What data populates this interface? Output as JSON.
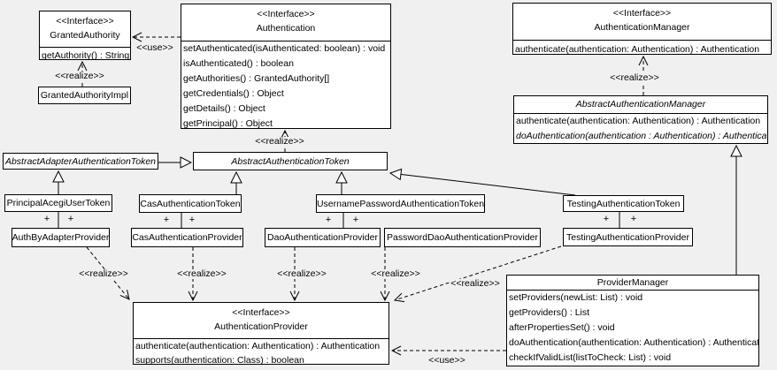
{
  "colors": {
    "background": "#f0f0f0",
    "box_fill": "#ffffff",
    "line": "#000000"
  },
  "edge_labels": {
    "use": "<<use>>",
    "realize": "<<realize>>",
    "plus": "+"
  },
  "classes": {
    "granted_authority": {
      "stereotype": "<<Interface>>",
      "name": "GrantedAuthority",
      "methods": [
        "getAuthority() : String"
      ]
    },
    "granted_authority_impl": {
      "name": "GrantedAuthorityImpl"
    },
    "authentication": {
      "stereotype": "<<Interface>>",
      "name": "Authentication",
      "methods": [
        "setAuthenticated(isAuthenticated: boolean) : void",
        "isAuthenticated() : boolean",
        "getAuthorities() : GrantedAuthority[]",
        "getCredentials() : Object",
        "getDetails() : Object",
        "getPrincipal() : Object"
      ]
    },
    "authentication_manager": {
      "stereotype": "<<Interface>>",
      "name": "AuthenticationManager",
      "methods": [
        "authenticate(authentication: Authentication) : Authentication"
      ]
    },
    "abstract_authentication_manager": {
      "name": "AbstractAuthenticationManager",
      "methods": [
        "authenticate(authentication: Authentication) : Authentication",
        "doAuthentication(authentication : Authentication) : Authentication"
      ]
    },
    "abstract_adapter_authentication_token": {
      "name": "AbstractAdapterAuthenticationToken"
    },
    "abstract_authentication_token": {
      "name": "AbstractAuthenticationToken"
    },
    "principal_acegi_user_token": {
      "name": "PrincipalAcegiUserToken"
    },
    "cas_authentication_token": {
      "name": "CasAuthenticationToken"
    },
    "username_password_authentication_token": {
      "name": "UsernamePasswordAuthenticationToken"
    },
    "testing_authentication_token": {
      "name": "TestingAuthenticationToken"
    },
    "auth_by_adapter_provider": {
      "name": "AuthByAdapterProvider"
    },
    "cas_authentication_provider": {
      "name": "CasAuthenticationProvider"
    },
    "dao_authentication_provider": {
      "name": "DaoAuthenticationProvider"
    },
    "password_dao_authentication_provider": {
      "name": "PasswordDaoAuthenticationProvider"
    },
    "testing_authentication_provider": {
      "name": "TestingAuthenticationProvider"
    },
    "authentication_provider": {
      "stereotype": "<<Interface>>",
      "name": "AuthenticationProvider",
      "methods": [
        "authenticate(authentication: Authentication) : Authentication",
        "supports(authentication: Class) : boolean"
      ]
    },
    "provider_manager": {
      "name": "ProviderManager",
      "methods": [
        "setProviders(newList: List) : void",
        "getProviders() : List",
        "afterPropertiesSet() : void",
        "doAuthentication(authentication: Authentication) : Authentication",
        "checkIfValidList(listToCheck: List) : void"
      ]
    }
  }
}
